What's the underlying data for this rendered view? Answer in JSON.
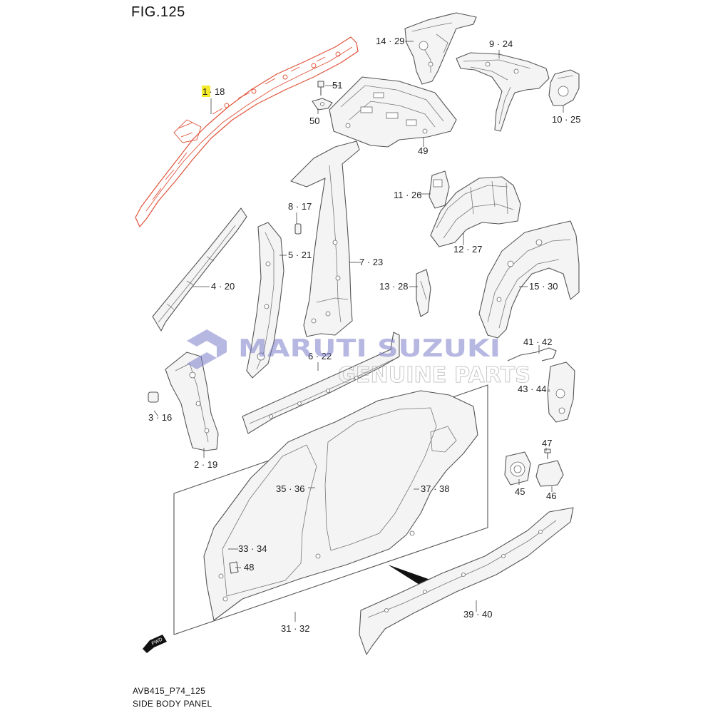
{
  "figure": {
    "title": "FIG.125",
    "code": "AVB415_P74_125",
    "caption": "SIDE BODY PANEL"
  },
  "watermark": {
    "line1": "MARUTI SUZUKI",
    "line2": "GENUINE PARTS",
    "color": "#7d7fc9"
  },
  "fwd_label": "FWD",
  "highlight_color": "#f5ea2a",
  "highlight_part_color": "#e0523a",
  "parts": [
    {
      "id": "p1_18",
      "prefix": "1",
      "rest": "· 18",
      "highlighted": true
    },
    {
      "id": "p14_29",
      "label": "14 · 29"
    },
    {
      "id": "p9_24",
      "label": "9 · 24"
    },
    {
      "id": "p51",
      "label": "51"
    },
    {
      "id": "p50",
      "label": "50"
    },
    {
      "id": "p10_25",
      "label": "10 · 25"
    },
    {
      "id": "p49",
      "label": "49"
    },
    {
      "id": "p11_26",
      "label": "11 · 26"
    },
    {
      "id": "p8_17",
      "label": "8 · 17"
    },
    {
      "id": "p12_27",
      "label": "12 · 27"
    },
    {
      "id": "p5_21",
      "label": "5 · 21"
    },
    {
      "id": "p7_23",
      "label": "7 · 23"
    },
    {
      "id": "p4_20",
      "label": "4 · 20"
    },
    {
      "id": "p13_28",
      "label": "13 · 28"
    },
    {
      "id": "p15_30",
      "label": "15 · 30"
    },
    {
      "id": "p41_42",
      "label": "41 · 42"
    },
    {
      "id": "p6_22",
      "label": "6 · 22"
    },
    {
      "id": "p43_44",
      "label": "43 · 44"
    },
    {
      "id": "p3_16",
      "label": "3 · 16"
    },
    {
      "id": "p47",
      "label": "47"
    },
    {
      "id": "p2_19",
      "label": "2 · 19"
    },
    {
      "id": "p35_36",
      "label": "35 · 36"
    },
    {
      "id": "p37_38",
      "label": "37 · 38"
    },
    {
      "id": "p45",
      "label": "45"
    },
    {
      "id": "p46",
      "label": "46"
    },
    {
      "id": "p33_34",
      "label": "33 · 34"
    },
    {
      "id": "p48",
      "label": "48"
    },
    {
      "id": "p31_32",
      "label": "31 · 32"
    },
    {
      "id": "p39_40",
      "label": "39 · 40"
    }
  ]
}
